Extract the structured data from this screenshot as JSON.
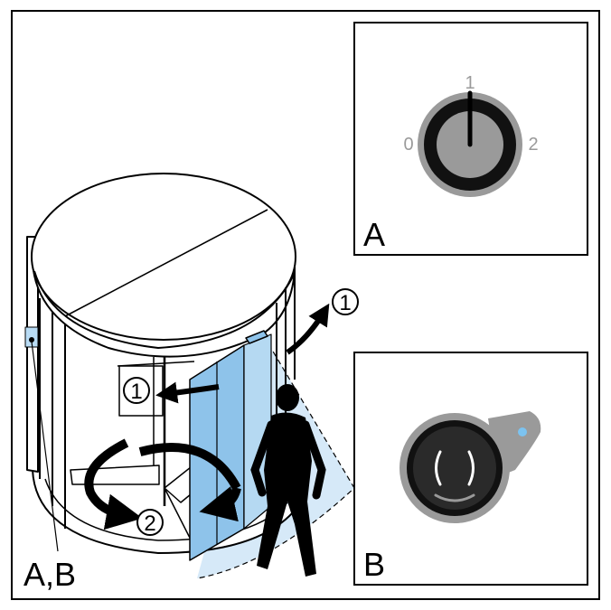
{
  "labels": {
    "panel_a": "A",
    "panel_b": "B",
    "main_ref": "A,B"
  },
  "switch_positions": {
    "off": "0",
    "auto": "1",
    "manual": "2"
  },
  "steps": {
    "push_open": "1",
    "push_inner": "1",
    "rotate": "2"
  },
  "colors": {
    "glass_blue": "#8ec3ea",
    "sensor_field": "#d6e9f8",
    "frame_stroke": "#000000",
    "knob_gray": "#9a9a9a",
    "indicator_blue": "#7cc3f0"
  },
  "icons": {
    "key_switch": "key-switch-icon",
    "push_button": "emergency-push-button-icon",
    "person": "person-silhouette-icon"
  }
}
